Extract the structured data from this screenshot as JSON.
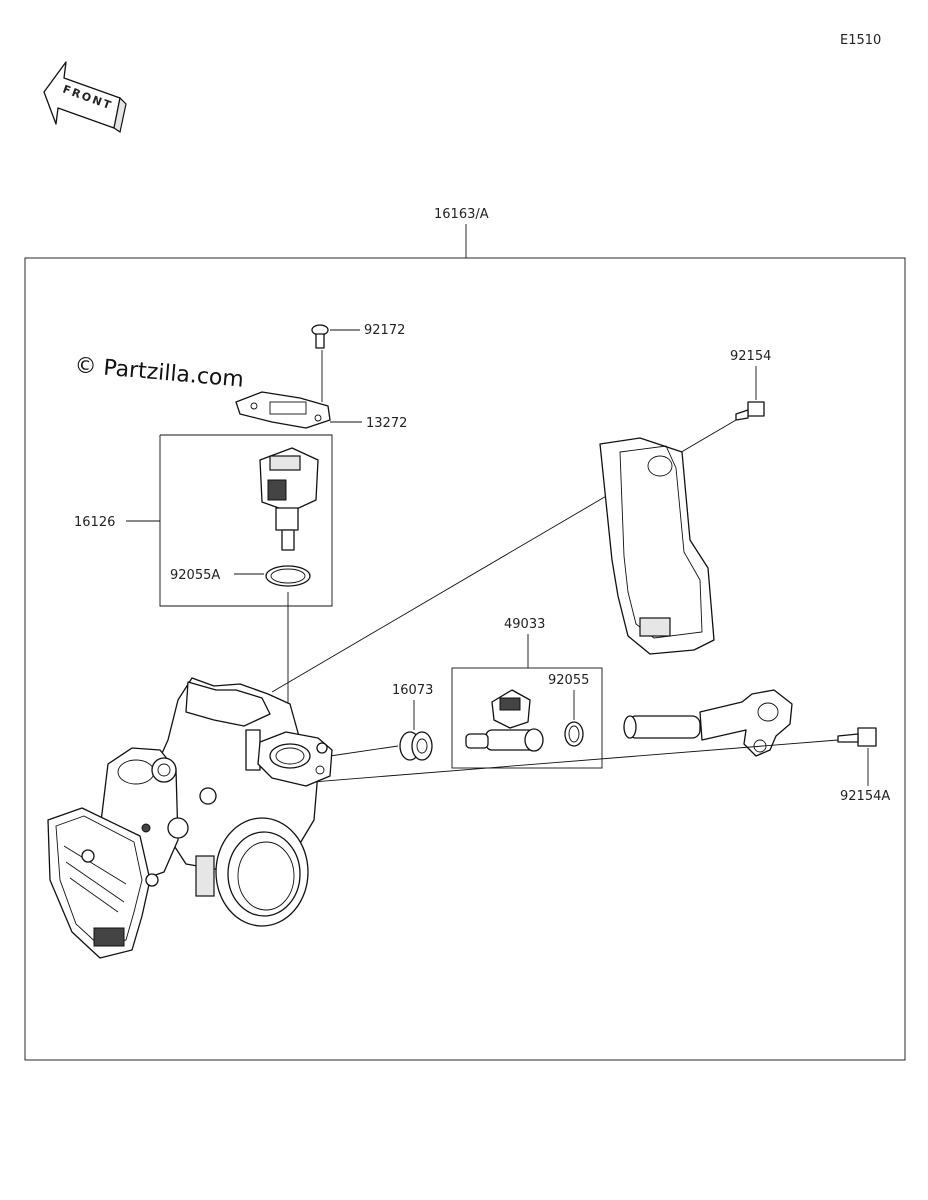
{
  "diagram_code": "E1510",
  "front_arrow_text": "FRONT",
  "watermark": "© Partzilla.com",
  "labels": {
    "assembly": "16163/A",
    "screw": "92172",
    "plate": "13272",
    "sensor_group": "16126",
    "o_ring_a": "92055A",
    "bolt_top": "92154",
    "injector_group": "49033",
    "o_ring": "92055",
    "seal": "16073",
    "bolt_side": "92154A"
  }
}
